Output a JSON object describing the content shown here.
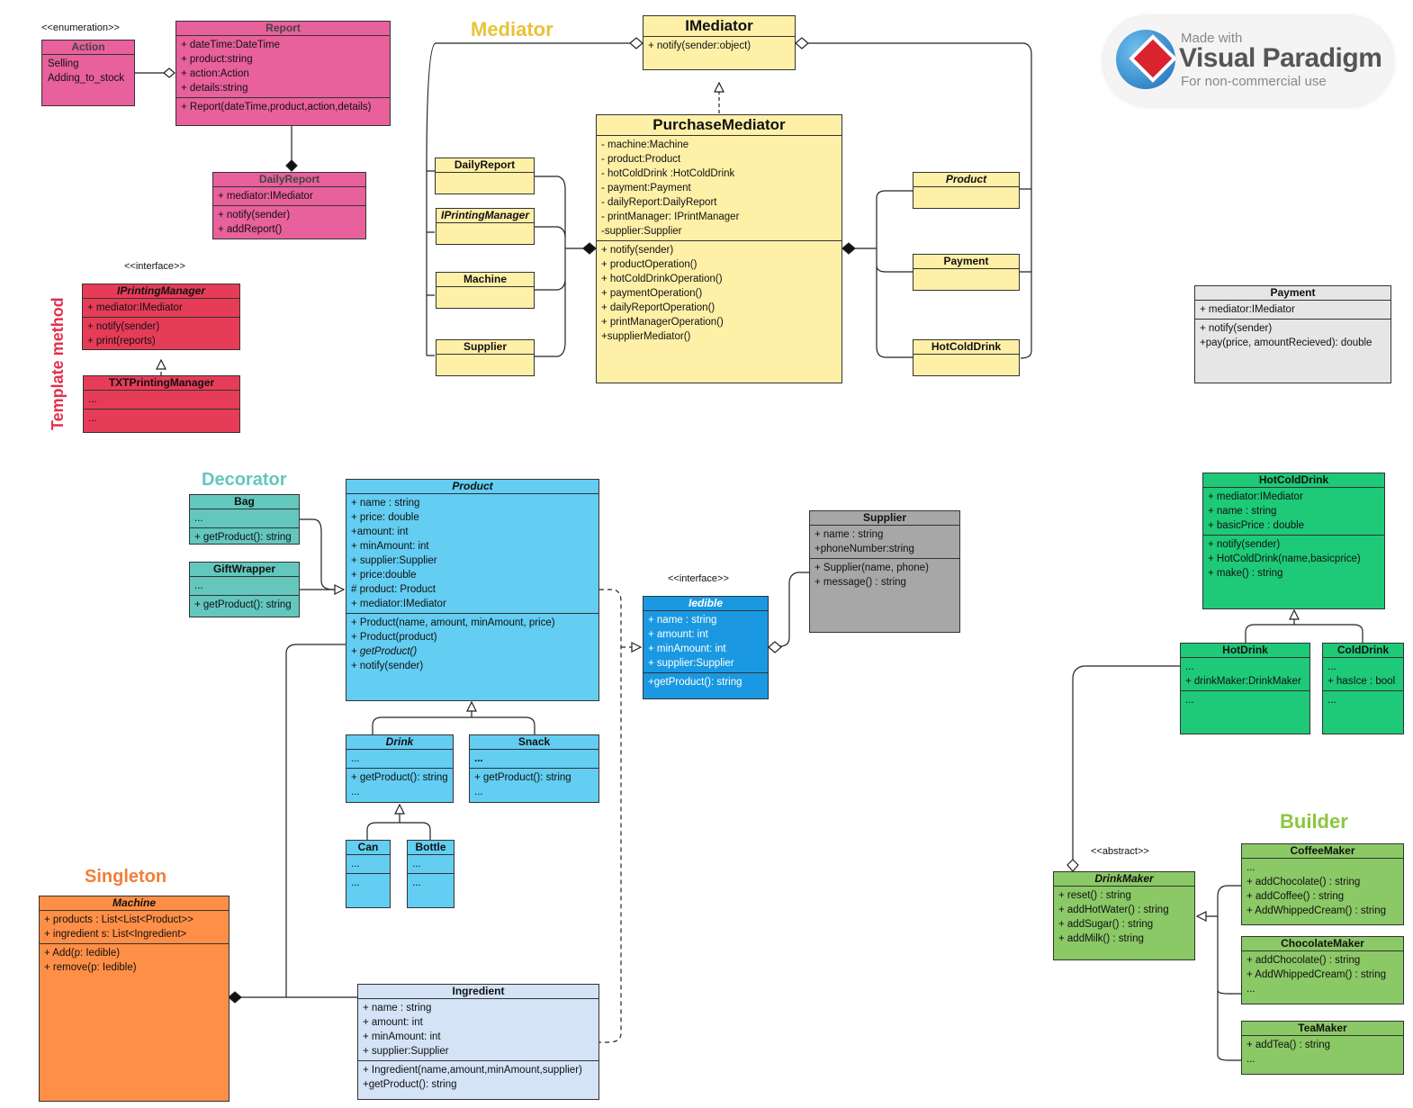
{
  "titles": {
    "mediator": "Mediator",
    "decorator": "Decorator",
    "singleton": "Singleton",
    "builder": "Builder",
    "template_method": "Template method"
  },
  "colors": {
    "mediator_title": "#e8c33a",
    "decorator_title": "#63c7be",
    "singleton_title": "#f07f3a",
    "builder_title": "#8cc63f",
    "template_title": "#e2304d"
  },
  "logo": {
    "line1": "Made with",
    "line2": "Visual Paradigm",
    "line3": "For non-commercial use",
    "icon": "visual-paradigm-globe-icon"
  },
  "stereotypes": {
    "enumeration": "<<enumeration>>",
    "printing_interface": "<<interface>>",
    "iedible_interface": "<<interface>>",
    "abstract": "<<abstract>>"
  },
  "classes": {
    "action": {
      "name": "Action",
      "attrs": [
        "Selling",
        "Adding_to_stock"
      ]
    },
    "report": {
      "name": "Report",
      "attrs": [
        "+  dateTime:DateTime",
        "+ product:string",
        "+ action:Action",
        "+ details:string"
      ],
      "ops": [
        "+ Report(dateTime,product,action,details)"
      ]
    },
    "daily_report_pink": {
      "name": "DailyReport",
      "attrs": [
        "+ mediator:IMediator"
      ],
      "ops": [
        "+ notify(sender)",
        "+ addReport()"
      ]
    },
    "iprinting_manager": {
      "name": "IPrintingManager",
      "attrs": [
        "+ mediator:IMediator"
      ],
      "ops": [
        "+ notify(sender)",
        "+ print(reports)"
      ]
    },
    "txt_printing_manager": {
      "name": "TXTPrintingManager",
      "attrs": [
        "..."
      ],
      "ops": [
        "..."
      ]
    },
    "imediator": {
      "name": "IMediator",
      "ops": [
        "+ notify(sender:object)"
      ]
    },
    "purchase_mediator": {
      "name": "PurchaseMediator",
      "attrs": [
        "- machine:Machine",
        "- product:Product",
        "- hotColdDrink :HotColdDrink",
        "- payment:Payment",
        "- dailyReport:DailyReport",
        "- printManager: IPrintManager",
        "-supplier:Supplier"
      ],
      "ops": [
        "+ notify(sender)",
        "+ productOperation()",
        "+ hotColdDrinkOperation()",
        "+ paymentOperation()",
        "+ dailyReportOperation()",
        "+ printManagerOperation()",
        "+supplierMediator()"
      ]
    },
    "med_daily_report": {
      "name": "DailyReport"
    },
    "med_iprinting_manager": {
      "name": "IPrintingManager"
    },
    "med_machine": {
      "name": "Machine"
    },
    "med_supplier": {
      "name": "Supplier"
    },
    "med_product": {
      "name": "Product"
    },
    "med_payment": {
      "name": "Payment"
    },
    "med_hotcolddrink": {
      "name": "HotColdDrink"
    },
    "payment": {
      "name": "Payment",
      "attrs": [
        "+ mediator:IMediator"
      ],
      "ops": [
        "+ notify(sender)",
        "+pay(price, amountRecieved): double"
      ]
    },
    "bag": {
      "name": "Bag",
      "attrs": [
        "..."
      ],
      "ops": [
        "+ getProduct(): string"
      ]
    },
    "giftwrapper": {
      "name": "GiftWrapper",
      "attrs": [
        "..."
      ],
      "ops": [
        "+ getProduct(): string"
      ]
    },
    "product": {
      "name": "Product",
      "attrs": [
        "+ name : string",
        "+ price: double",
        "+amount: int",
        "+ minAmount: int",
        "+ supplier:Supplier",
        "+ price:double",
        "# product: Product",
        "+ mediator:IMediator"
      ],
      "ops": [
        "+ Product(name, amount, minAmount, price)",
        "+ Product(product)",
        "+ getProduct()",
        "+ notify(sender)"
      ]
    },
    "drink": {
      "name": "Drink",
      "attrs": [
        "..."
      ],
      "ops": [
        "+ getProduct(): string",
        "..."
      ]
    },
    "snack": {
      "name": "Snack",
      "attrs": [
        "..."
      ],
      "ops": [
        "+ getProduct(): string",
        "..."
      ]
    },
    "can": {
      "name": "Can",
      "attrs": [
        "..."
      ],
      "ops": [
        "..."
      ]
    },
    "bottle": {
      "name": "Bottle",
      "attrs": [
        "..."
      ],
      "ops": [
        "..."
      ]
    },
    "iedible": {
      "name": "Iedible",
      "attrs": [
        "+ name : string",
        "+ amount: int",
        "+ minAmount: int",
        "+ supplier:Supplier"
      ],
      "ops": [
        "+getProduct(): string"
      ]
    },
    "supplier": {
      "name": "Supplier",
      "attrs": [
        "+ name : string",
        "+phoneNumber:string"
      ],
      "ops": [
        "+ Supplier(name, phone)",
        "+ message() : string"
      ]
    },
    "machine": {
      "name": "Machine",
      "attrs": [
        "+ products : List<List<Product>>",
        "+ ingredient s: List<Ingredient>"
      ],
      "ops": [
        "+ Add(p: Iedible)",
        "+ remove(p: Iedible)"
      ]
    },
    "ingredient": {
      "name": "Ingredient",
      "attrs": [
        "+ name : string",
        "+ amount: int",
        "+ minAmount: int",
        "+ supplier:Supplier"
      ],
      "ops": [
        "+ Ingredient(name,amount,minAmount,supplier)",
        "+getProduct(): string"
      ]
    },
    "hotcolddrink": {
      "name": "HotColdDrink",
      "attrs": [
        "+ mediator:IMediator",
        "+ name : string",
        "+ basicPrice : double"
      ],
      "ops": [
        "+ notify(sender)",
        "+ HotColdDrink(name,basicprice)",
        "+ make() : string"
      ]
    },
    "hotdrink": {
      "name": "HotDrink",
      "attrs": [
        "...",
        "+ drinkMaker:DrinkMaker"
      ],
      "ops": [
        "..."
      ]
    },
    "colddrink": {
      "name": "ColdDrink",
      "attrs": [
        "...",
        "+ hasIce : bool"
      ],
      "ops": [
        "..."
      ]
    },
    "drinkmaker": {
      "name": "DrinkMaker",
      "ops": [
        "+ reset() : string",
        "+ addHotWater() : string",
        "+ addSugar() : string",
        "+ addMilk() : string"
      ]
    },
    "coffeemaker": {
      "name": "CoffeeMaker",
      "ops": [
        "...",
        "+ addChocolate() : string",
        "+ addCoffee() : string",
        "+ AddWhippedCream() : string"
      ]
    },
    "chocolatemaker": {
      "name": "ChocolateMaker",
      "ops": [
        "+ addChocolate() : string",
        "+ AddWhippedCream() : string",
        "..."
      ]
    },
    "teamaker": {
      "name": "TeaMaker",
      "ops": [
        "+ addTea() : string",
        "..."
      ]
    }
  }
}
